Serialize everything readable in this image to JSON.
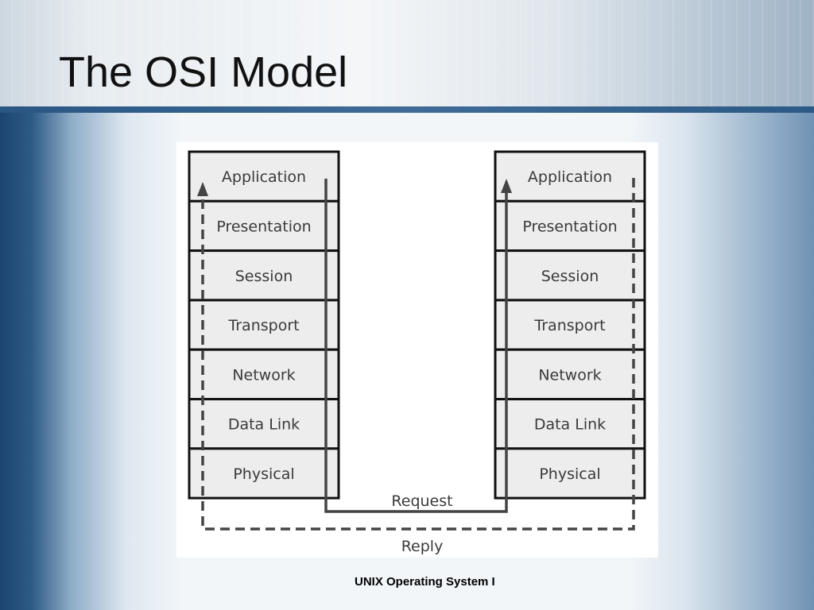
{
  "slide": {
    "title": "The OSI Model",
    "footer": "UNIX Operating System I"
  },
  "diagram": {
    "left_stack": [
      "Application",
      "Presentation",
      "Session",
      "Transport",
      "Network",
      "Data Link",
      "Physical"
    ],
    "right_stack": [
      "Application",
      "Presentation",
      "Session",
      "Transport",
      "Network",
      "Data Link",
      "Physical"
    ],
    "request_label": "Request",
    "reply_label": "Reply"
  },
  "colors": {
    "layer_fill": "#ededed",
    "layer_border": "#111111",
    "arrow": "#444444",
    "text": "#3a3a3a"
  }
}
